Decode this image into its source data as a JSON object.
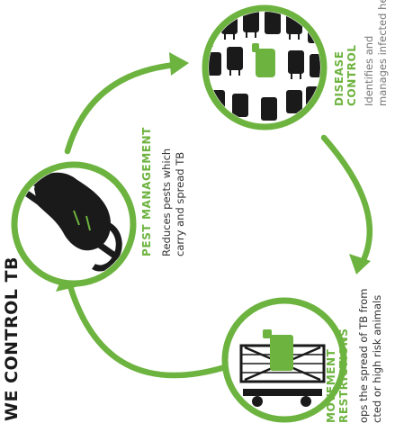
{
  "title": "WE CONTROL TB",
  "accent_color": "#6db33f",
  "dark_color": "#1a1a1a",
  "nodes": [
    {
      "heading": "DISEASE",
      "heading_line2": "CONTROL",
      "desc_line1": "Identifies and",
      "desc_line2": "manages infected herds",
      "icon": "cattle-herd-icon"
    },
    {
      "heading": "PEST MANAGEMENT",
      "desc_line1": "Reduces pests which",
      "desc_line2": "carry and spread TB",
      "icon": "possum-on-branch-icon"
    },
    {
      "heading": "MOVEMENT",
      "heading_line2": "RESTRICTIONS",
      "desc_line1": "ops the spread of TB from",
      "desc_line2": "cted or high risk animals",
      "icon": "cattle-truck-icon"
    }
  ]
}
